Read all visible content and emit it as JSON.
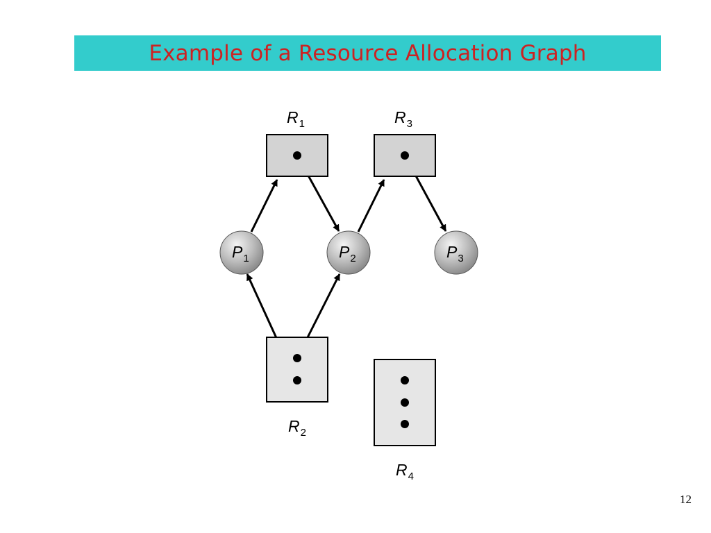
{
  "slide": {
    "title": "Example of a Resource Allocation Graph",
    "page_number": "12"
  },
  "colors": {
    "title_bar": "#33cccc",
    "title_text": "#cc2222",
    "resource_dark_fill": "#d3d3d3",
    "resource_light_fill": "#e6e6e6"
  },
  "graph": {
    "resources": [
      {
        "id": "R1",
        "letter": "R",
        "index": "1",
        "instances": 1
      },
      {
        "id": "R2",
        "letter": "R",
        "index": "2",
        "instances": 2
      },
      {
        "id": "R3",
        "letter": "R",
        "index": "3",
        "instances": 1
      },
      {
        "id": "R4",
        "letter": "R",
        "index": "4",
        "instances": 3
      }
    ],
    "processes": [
      {
        "id": "P1",
        "letter": "P",
        "index": "1"
      },
      {
        "id": "P2",
        "letter": "P",
        "index": "2"
      },
      {
        "id": "P3",
        "letter": "P",
        "index": "3"
      }
    ],
    "edges": [
      {
        "from": "P1",
        "to": "R1",
        "kind": "request"
      },
      {
        "from": "R1",
        "to": "P2",
        "kind": "assignment"
      },
      {
        "from": "P2",
        "to": "R3",
        "kind": "request"
      },
      {
        "from": "R3",
        "to": "P3",
        "kind": "assignment"
      },
      {
        "from": "R2",
        "to": "P1",
        "kind": "assignment"
      },
      {
        "from": "R2",
        "to": "P2",
        "kind": "assignment"
      }
    ]
  }
}
